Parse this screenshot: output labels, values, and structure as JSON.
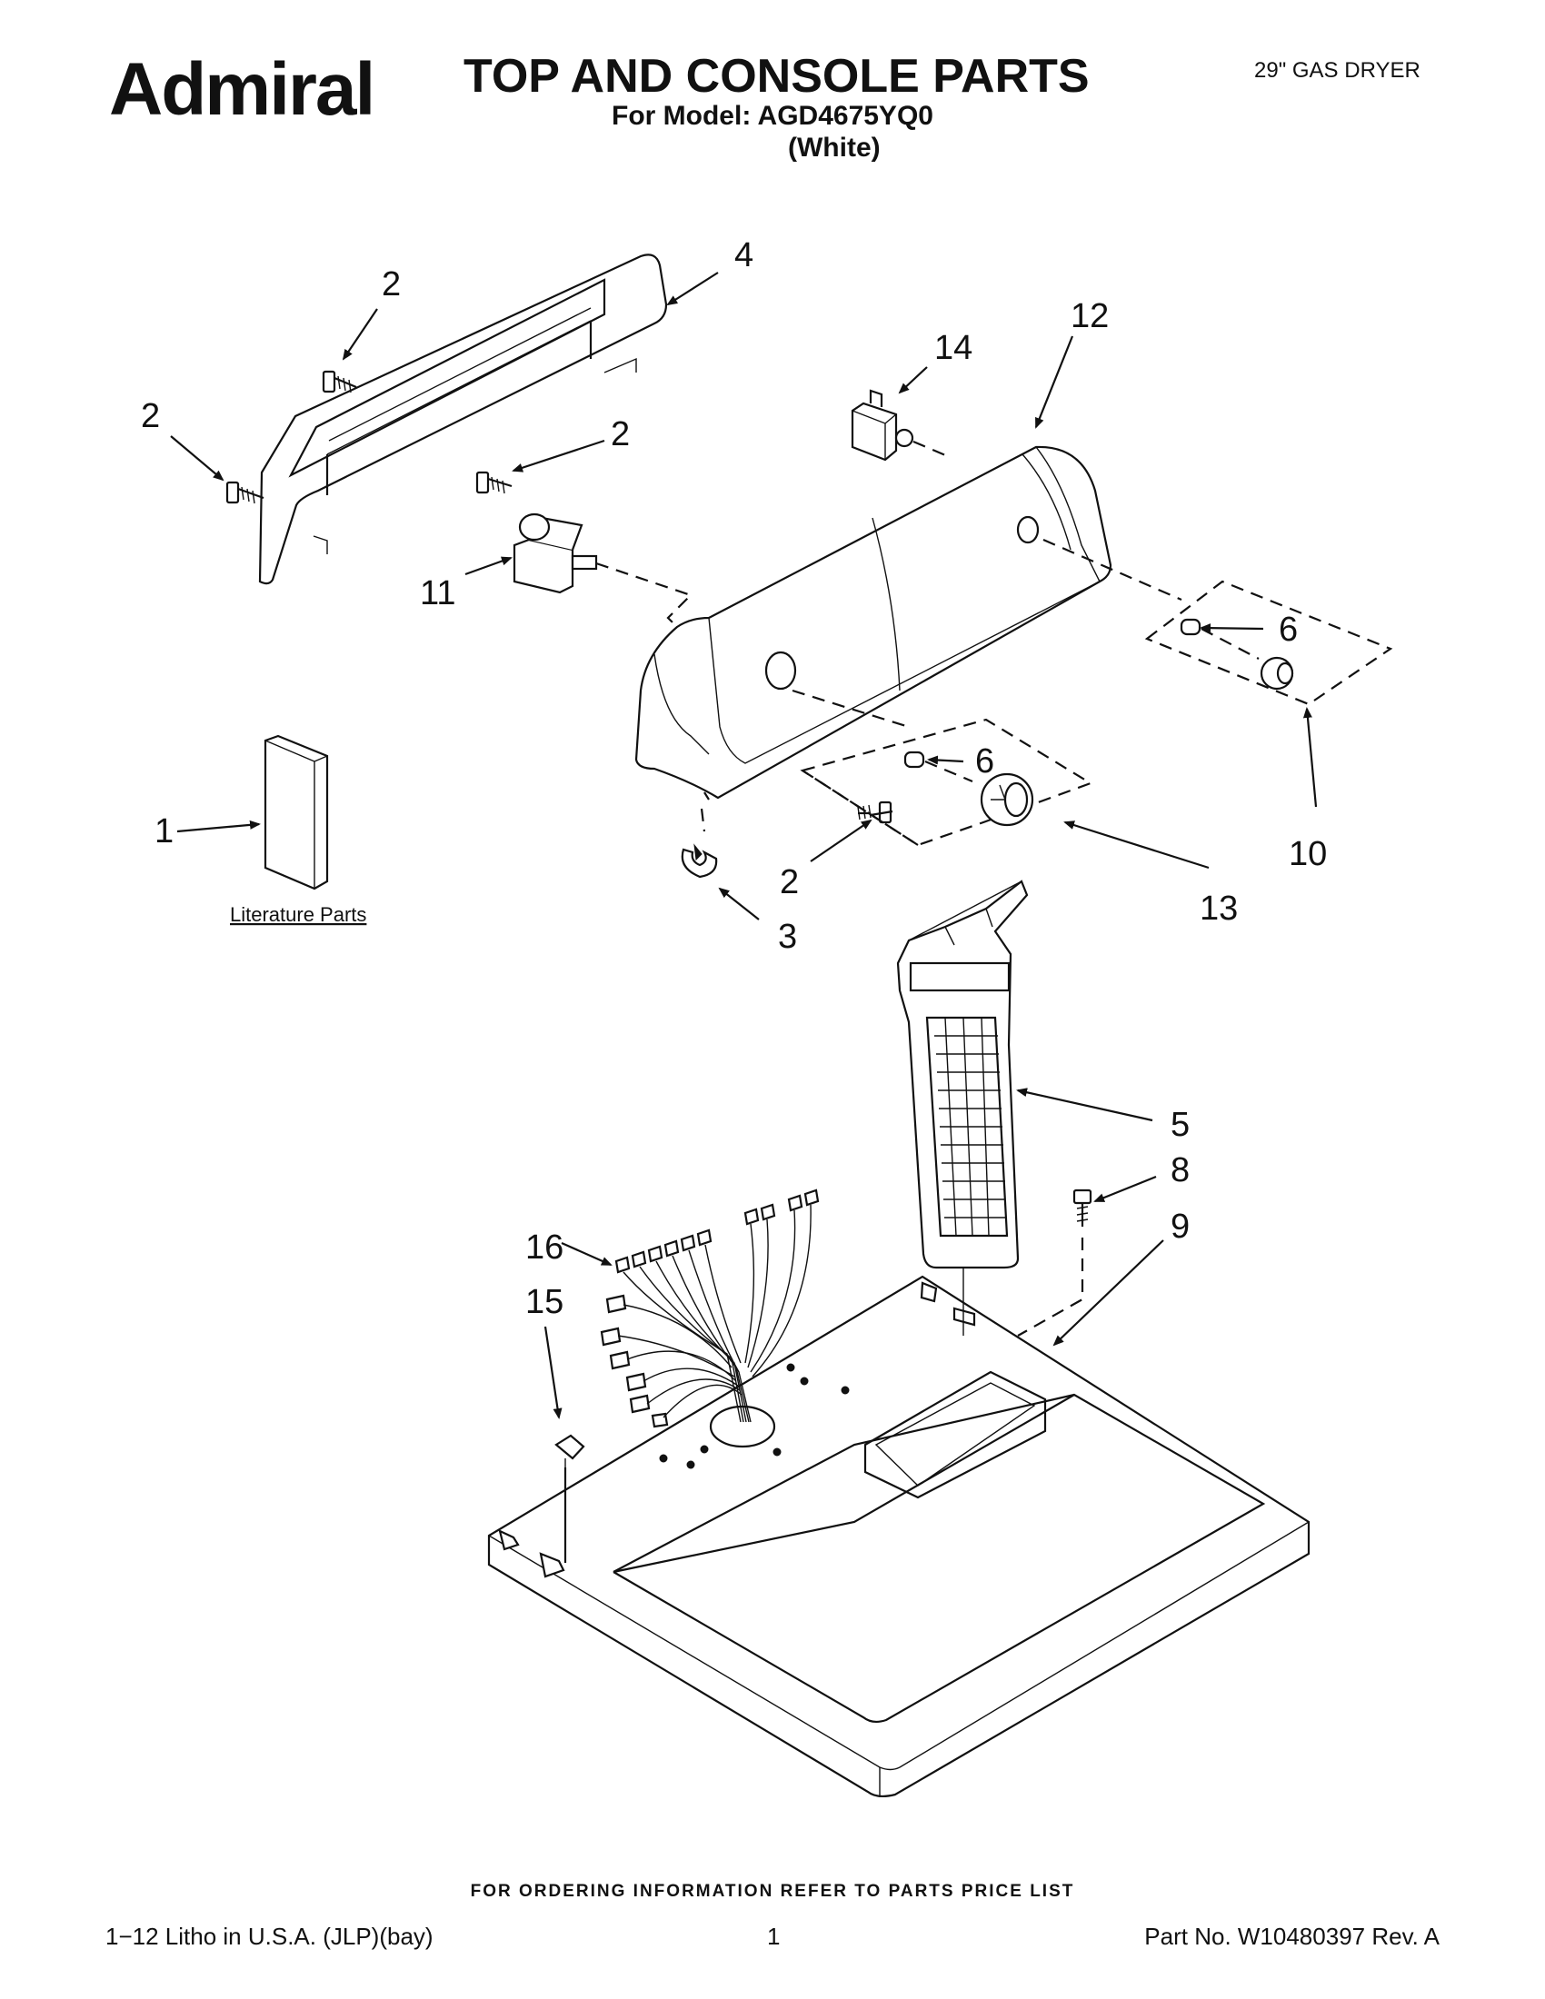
{
  "header": {
    "brand": "Admiral",
    "title": "TOP AND CONSOLE PARTS",
    "model_line": "For Model: AGD4675YQ0",
    "color_line": "(White)",
    "appliance": "29\" GAS DRYER"
  },
  "callouts": {
    "c1": "1",
    "c2a": "2",
    "c2b": "2",
    "c2c": "2",
    "c2d": "2",
    "c3": "3",
    "c4": "4",
    "c5": "5",
    "c6a": "6",
    "c6b": "6",
    "c8": "8",
    "c9": "9",
    "c10": "10",
    "c11": "11",
    "c12": "12",
    "c13": "13",
    "c14": "14",
    "c15": "15",
    "c16": "16"
  },
  "literature_label": "Literature Parts",
  "footer": {
    "note": "FOR ORDERING INFORMATION REFER TO PARTS PRICE LIST",
    "left": "1−12 Litho in U.S.A. (JLP)(bay)",
    "page": "1",
    "part_no": "Part No. W10480397 Rev. A"
  }
}
